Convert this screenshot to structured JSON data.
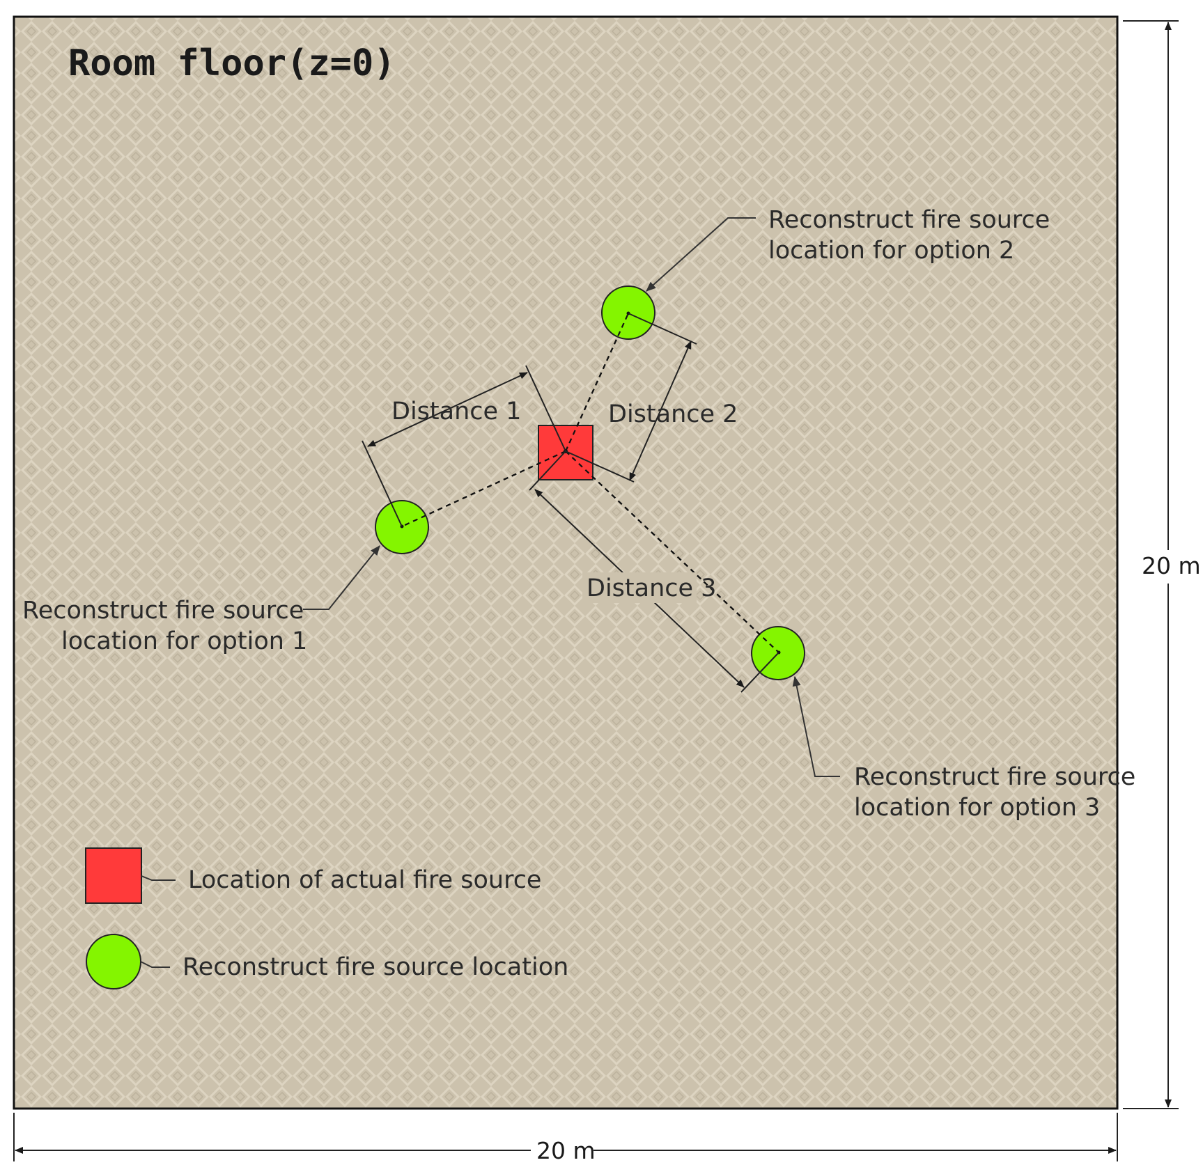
{
  "title": "Room floor(z=0)",
  "dimensions": {
    "width_label": "20 m",
    "height_label": "20 m"
  },
  "labels": {
    "option1": [
      "Reconstruct fire source",
      "location for option 1"
    ],
    "option2": [
      "Reconstruct fire source",
      "location for option 2"
    ],
    "option3": [
      "Reconstruct fire source",
      "location for option 3"
    ],
    "distance1": "Distance 1",
    "distance2": "Distance 2",
    "distance3": "Distance 3"
  },
  "legend": {
    "actual": "Location of actual fire source",
    "reconstructed": "Reconstruct fire source location"
  },
  "colors": {
    "floor": "#ccc2ad",
    "actual_fire": "#ff3a3a",
    "reconstructed": "#84f500"
  }
}
